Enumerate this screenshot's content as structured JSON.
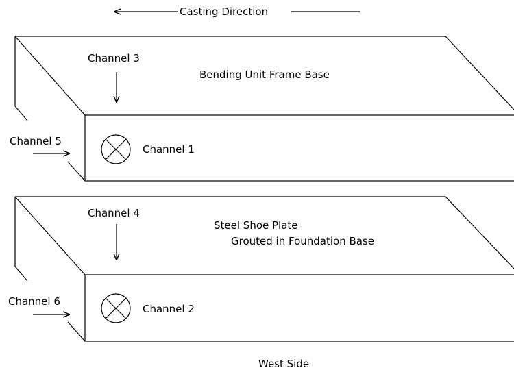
{
  "header": {
    "direction_label": "Casting Direction"
  },
  "upper_block": {
    "title": "Bending Unit Frame Base",
    "top_sensor_label": "Channel 3",
    "side_sensor_label": "Channel 5",
    "face_sensor_label": "Channel 1"
  },
  "lower_block": {
    "title_line1": "Steel Shoe Plate",
    "title_line2": "Grouted in Foundation Base",
    "top_sensor_label": "Channel 4",
    "side_sensor_label": "Channel 6",
    "face_sensor_label": "Channel 2"
  },
  "footer": {
    "side_label": "West Side"
  },
  "colors": {
    "line": "#000000",
    "background": "#ffffff"
  }
}
